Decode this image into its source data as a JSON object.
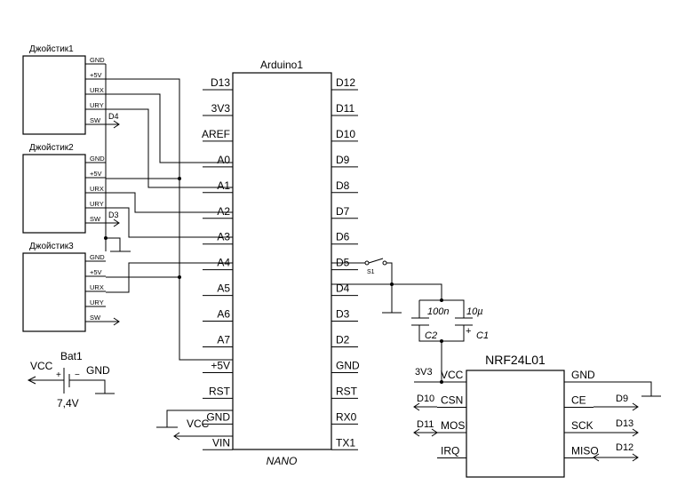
{
  "arduino": {
    "title": "Arduino1",
    "model": "NANO",
    "left_pins": [
      "D13",
      "3V3",
      "AREF",
      "A0",
      "A1",
      "A2",
      "A3",
      "A4",
      "A5",
      "A6",
      "A7",
      "+5V",
      "RST",
      "GND",
      "VIN"
    ],
    "right_pins": [
      "D12",
      "D11",
      "D10",
      "D9",
      "D8",
      "D7",
      "D6",
      "D5",
      "D4",
      "D3",
      "D2",
      "GND",
      "RST",
      "RX0",
      "TX1"
    ]
  },
  "joysticks": [
    {
      "title": "Джойстик1",
      "pins": [
        "GND",
        "+5V",
        "URX",
        "URY",
        "SW"
      ]
    },
    {
      "title": "Джойстик2",
      "pins": [
        "GND",
        "+5V",
        "URX",
        "URY",
        "SW"
      ]
    },
    {
      "title": "Джойстик3",
      "pins": [
        "GND",
        "+5V",
        "URX",
        "URY",
        "SW"
      ]
    }
  ],
  "net_labels": {
    "d4": "D4",
    "d3": "D3",
    "vcc_vin": "VCC",
    "d10": "D10",
    "d11": "D11",
    "d9": "D9",
    "d13": "D13",
    "d12": "D12",
    "v33": "3V3"
  },
  "battery": {
    "title": "Bat1",
    "plus": "+",
    "minus": "−",
    "vcc": "VCC",
    "gnd": "GND",
    "voltage": "7,4V"
  },
  "switch": {
    "label": "S1"
  },
  "capacitors": [
    {
      "name": "C2",
      "value": "100n"
    },
    {
      "name": "C1",
      "value": "10µ",
      "polarity": "+"
    }
  ],
  "nrf": {
    "title": "NRF24L01",
    "left_pins": [
      "VCC",
      "CSN",
      "MOSI",
      "IRQ"
    ],
    "right_pins": [
      "GND",
      "CE",
      "SCK",
      "MISO"
    ]
  }
}
